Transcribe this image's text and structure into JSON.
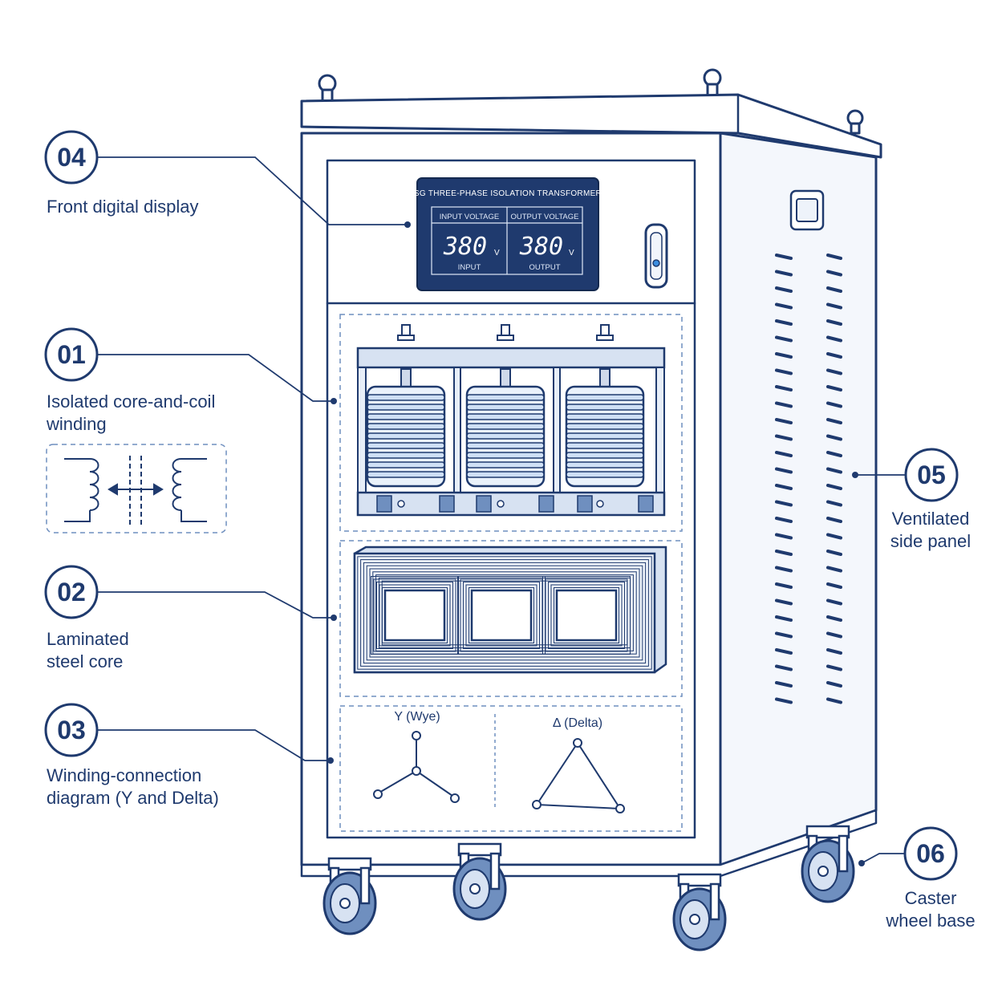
{
  "display": {
    "title": "SG THREE-PHASE ISOLATION TRANSFORMER",
    "input_header": "INPUT VOLTAGE",
    "output_header": "OUTPUT VOLTAGE",
    "input_value": "380",
    "output_value": "380",
    "unit": "V",
    "input_label": "INPUT",
    "output_label": "OUTPUT"
  },
  "callouts": [
    {
      "num": "04",
      "lines": [
        "Front digital display"
      ]
    },
    {
      "num": "01",
      "lines": [
        "Isolated core-and-coil",
        "winding"
      ]
    },
    {
      "num": "02",
      "lines": [
        "Laminated",
        "steel core"
      ]
    },
    {
      "num": "03",
      "lines": [
        "Winding-connection",
        "diagram (Y and Delta)"
      ]
    },
    {
      "num": "05",
      "lines": [
        "Ventilated",
        "side panel"
      ]
    },
    {
      "num": "06",
      "lines": [
        "Caster",
        "wheel base"
      ]
    }
  ],
  "connection": {
    "wye_label": "Y (Wye)",
    "delta_label": "Δ (Delta)"
  },
  "colors": {
    "ink": "#1f3a6e",
    "panel": "#1f3a6e",
    "coil": "#cfe0f5",
    "wheel": "#6f8fbf"
  }
}
